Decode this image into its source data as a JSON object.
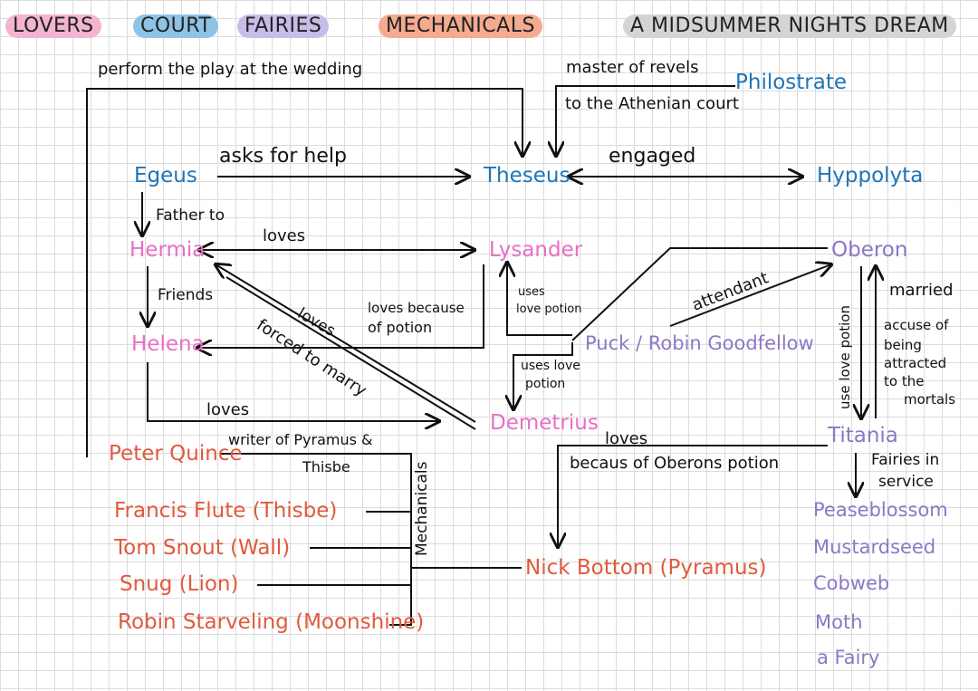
{
  "legend": {
    "lovers": "LOVERS",
    "court": "COURT",
    "fairies": "FAIRIES",
    "mechanicals": "MECHANICALS",
    "title": "A MIDSUMMER NIGHTS DREAM"
  },
  "colors": {
    "lovers": "#e86fc6",
    "court": "#1f75b7",
    "fairies": "#8c78c4",
    "mechanicals": "#e05a3c",
    "lovers_bg": "#f2b4cf",
    "court_bg": "#8ec3e6",
    "fairies_bg": "#c8bde8",
    "mechanicals_bg": "#f4ab8f",
    "title_bg": "#d4d4d4"
  },
  "nodes": {
    "egeus": "Egeus",
    "theseus": "Theseus",
    "hyppolyta": "Hyppolyta",
    "philostrate": "Philostrate",
    "hermia": "Hermia",
    "lysander": "Lysander",
    "helena": "Helena",
    "demetrius": "Demetrius",
    "oberon": "Oberon",
    "puck": "Puck / Robin Goodfellow",
    "titania": "Titania",
    "peter_quince": "Peter Quince",
    "francis_flute": "Francis Flute (Thisbe)",
    "tom_snout": "Tom Snout (Wall)",
    "snug": "Snug (Lion)",
    "robin_starveling": "Robin Starveling (Moonshine)",
    "nick_bottom": "Nick Bottom (Pyramus)",
    "peaseblossom": "Peaseblossom",
    "mustardseed": "Mustardseed",
    "cobweb": "Cobweb",
    "moth": "Moth",
    "a_fairy": "a Fairy"
  },
  "labels": {
    "perform_play": "perform the play at the wedding",
    "master_of_revels": "master of revels",
    "to_court": "to the Athenian court",
    "asks_for_help": "asks for help",
    "engaged": "engaged",
    "father_to": "Father to",
    "loves_hermia_lysander": "loves",
    "friends": "Friends",
    "loves_diag": "loves",
    "forced_to_marry": "forced to marry",
    "loves_because_of": "loves because",
    "of_potion": "of potion",
    "uses": "uses",
    "love_potion": "love potion",
    "uses_love": "uses love",
    "potion": "potion",
    "attendant": "attendant",
    "use_love_potion": "use love potion",
    "married": "married",
    "accuse_1": "accuse of",
    "accuse_2": "being",
    "accuse_3": "attracted",
    "accuse_4": "to the",
    "accuse_5": "mortals",
    "loves_helena_demetrius": "loves",
    "loves_bottom": "loves",
    "because_oberons_potion": "becaus of Oberons potion",
    "fairies_in": "Fairies in",
    "service": "service",
    "writer_of": "writer of Pyramus &",
    "thisbe": "Thisbe",
    "mechanicals": "Mechanicals"
  }
}
